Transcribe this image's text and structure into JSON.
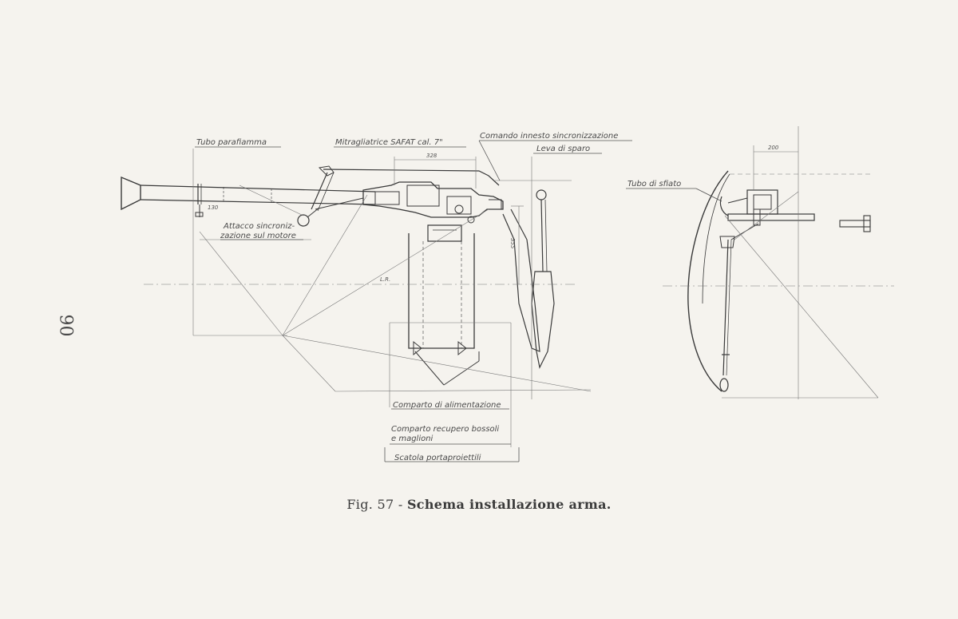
{
  "labels": {
    "tubo_parafiamma": "Tubo parafiamma",
    "mitragliatrice": "Mitragliatrice SAFAT cal. 7\"",
    "comando_innesto": "Comando innesto sincronizzazione",
    "leva_sparo": "Leva di sparo",
    "tubo_sfiato": "Tubo di sfiato",
    "attacco_1": "Attacco sincroniz-",
    "attacco_2": "zazione sul motore",
    "comparto_alimentazione": "Comparto di alimentazione",
    "comparto_recupero_1": "Comparto recupero bossoli",
    "comparto_recupero_2": "e maglioni",
    "scatola": "Scatola portaproiettili",
    "dim_328": "328",
    "dim_200": "200",
    "dim_130": "130",
    "dim_355": "355",
    "lr": "L.R."
  },
  "caption": {
    "prefix": "Fig. 57 - ",
    "title": "Schema installazione arma."
  },
  "page_number": "90",
  "colors": {
    "paper": "#f5f3ee",
    "ink": "#3a3a3a",
    "thin_ink": "#777777"
  }
}
